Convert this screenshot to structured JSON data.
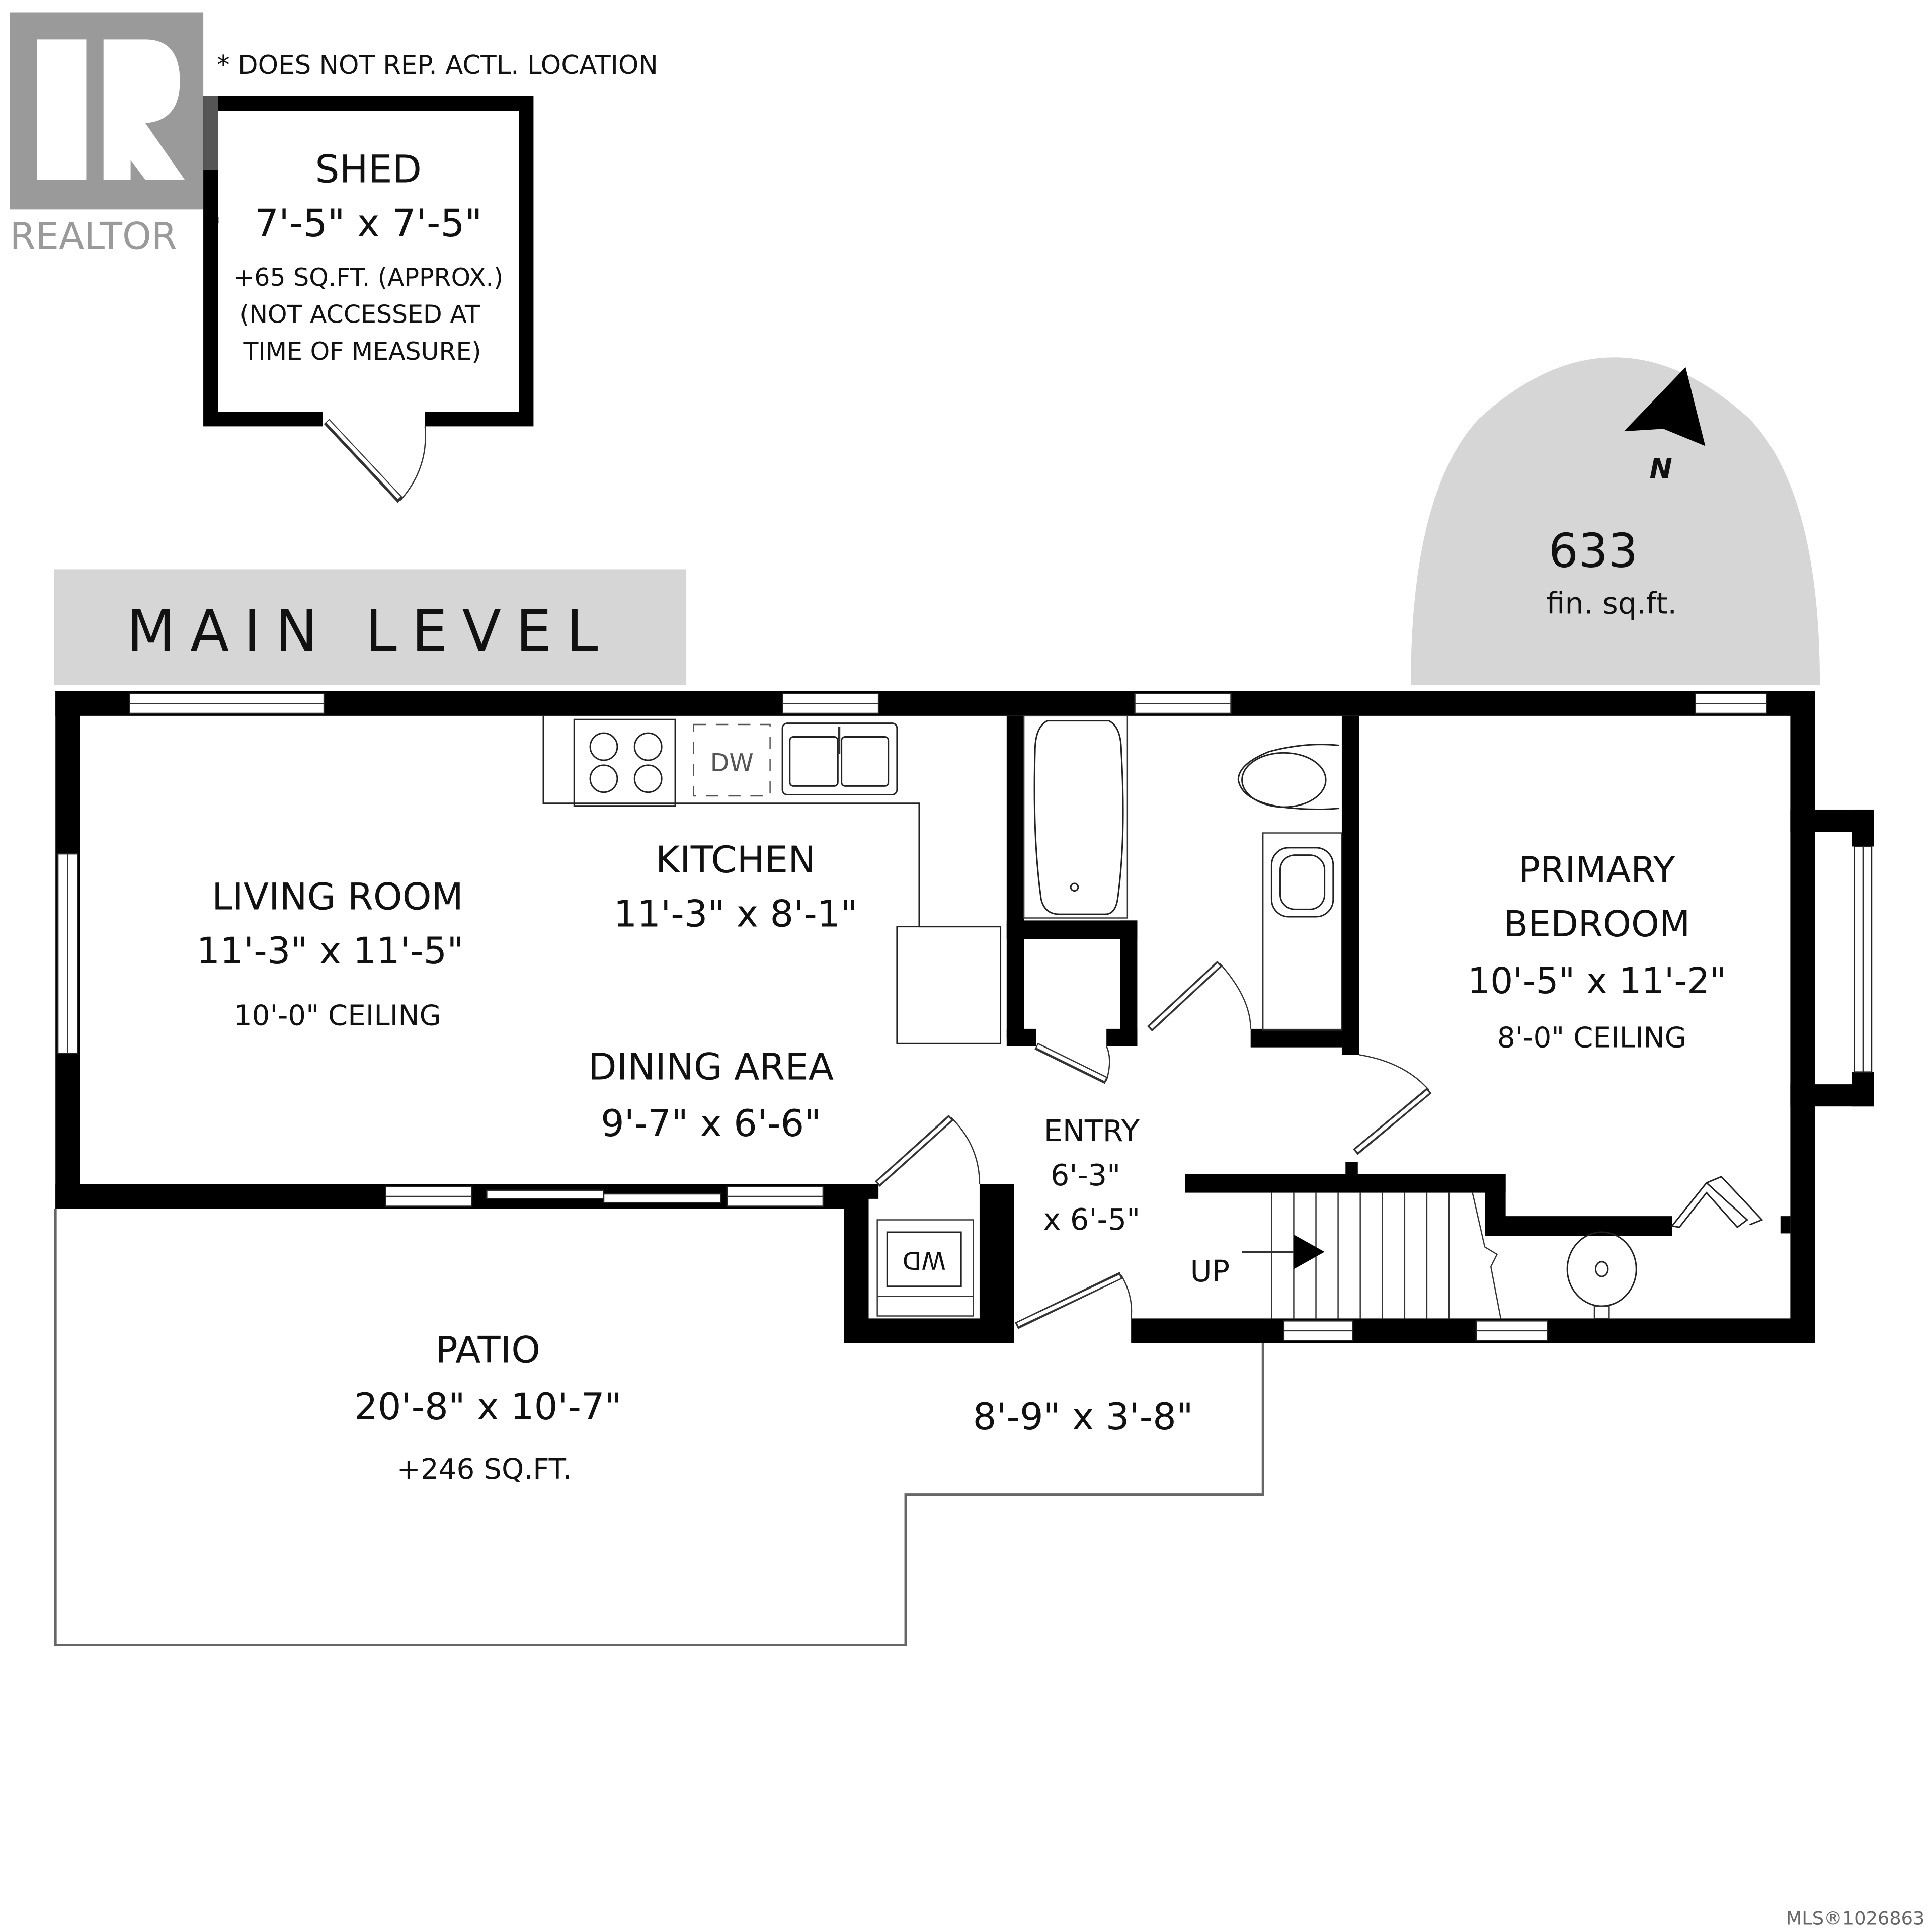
{
  "logo": {
    "brand": "REALTOR",
    "mark": "®"
  },
  "disclaimer": "* DOES NOT REP. ACTL. LOCATION",
  "shed": {
    "name": "SHED",
    "size": "7'-5\" x 7'-5\"",
    "area": "+65 SQ.FT. (APPROX.)",
    "note_line1": "(NOT ACCESSED AT",
    "note_line2": "TIME OF MEASURE)"
  },
  "level_title": "MAIN LEVEL",
  "summary": {
    "area_value": "633",
    "area_unit": "fin. sq.ft.",
    "north": "N"
  },
  "rooms": {
    "living": {
      "name": "LIVING ROOM",
      "size": "11'-3\" x 11'-5\"",
      "ceiling": "10'-0\" CEILING"
    },
    "kitchen": {
      "name": "KITCHEN",
      "size": "11'-3\" x 8'-1\""
    },
    "dining": {
      "name": "DINING AREA",
      "size": "9'-7\" x 6'-6\""
    },
    "primary": {
      "name_line1": "PRIMARY",
      "name_line2": "BEDROOM",
      "size": "10'-5\" x 11'-2\"",
      "ceiling": "8'-0\" CEILING"
    },
    "entry": {
      "name": "ENTRY",
      "size_line1": "6'-3\"",
      "size_line2": "x 6'-5\""
    },
    "patio": {
      "name": "PATIO",
      "size": "20'-8\" x 10'-7\"",
      "area": "+246 SQ.FT."
    },
    "patio_ext": {
      "size": "8'-9\" x 3'-8\""
    }
  },
  "fixtures": {
    "dishwasher": "DW",
    "washer_dryer": "WD",
    "stairs": "UP"
  },
  "footer": {
    "mls": "MLS®1026863"
  },
  "colors": {
    "wall": "#000000",
    "label_bg": "#d6d6d6",
    "logo_gray": "#9a9a9a"
  }
}
